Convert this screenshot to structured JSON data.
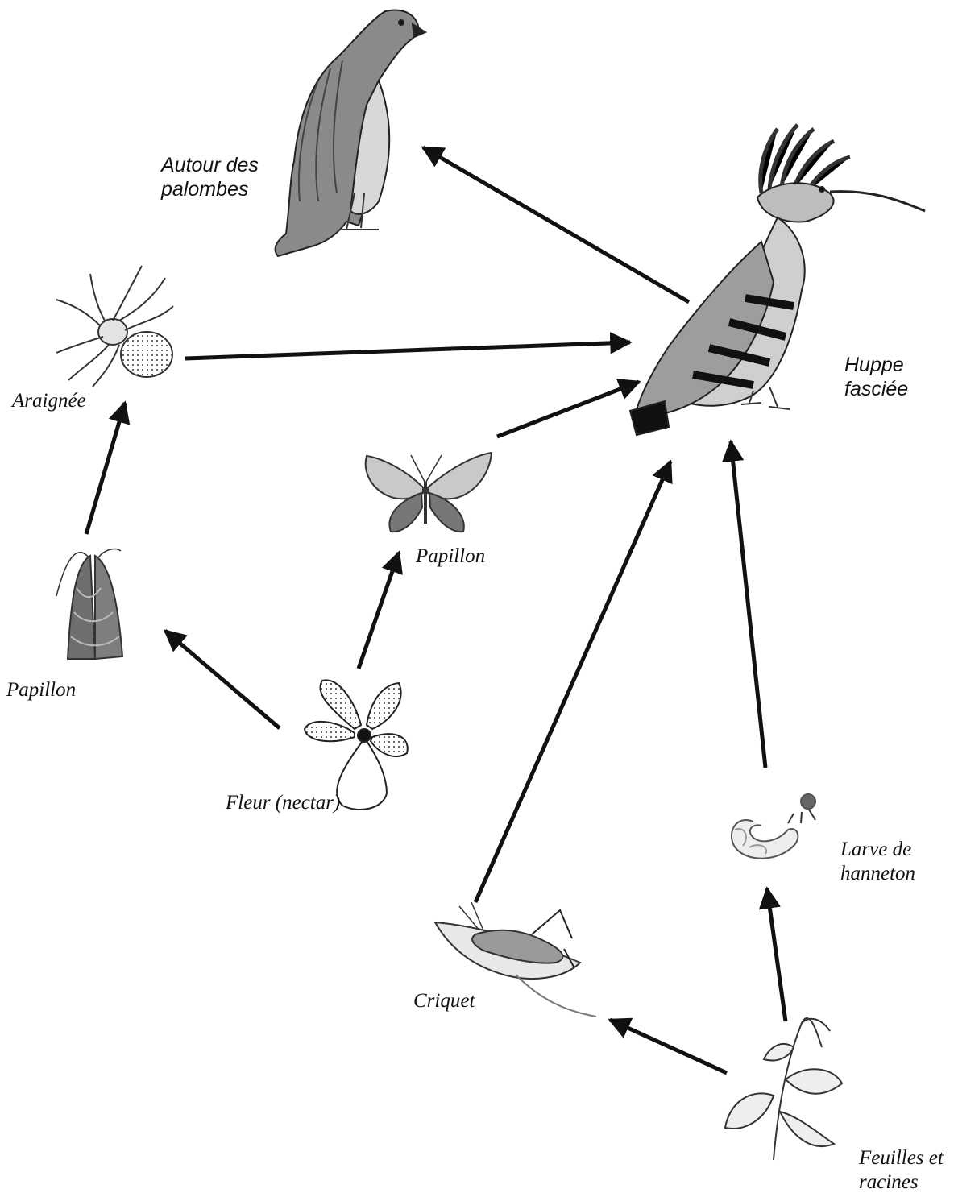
{
  "colors": {
    "ink": "#111111",
    "paper": "#ffffff",
    "shade": "#6e6e6e"
  },
  "labels": {
    "hawk": [
      "Autour des",
      "palombes"
    ],
    "hoopoe": [
      "Huppe",
      "fasciée"
    ],
    "spider": "Araignée",
    "butterfly": "Papillon",
    "moth": "Papillon",
    "flower": "Fleur (nectar)",
    "grub": [
      "Larve de",
      "hanneton"
    ],
    "cricket": "Criquet",
    "leaves": [
      "Feuilles et",
      "racines"
    ]
  },
  "links": [
    {
      "from": "hoopoe",
      "to": "hawk"
    },
    {
      "from": "spider",
      "to": "hoopoe"
    },
    {
      "from": "butterfly",
      "to": "hoopoe"
    },
    {
      "from": "cricket",
      "to": "hoopoe"
    },
    {
      "from": "grub",
      "to": "hoopoe"
    },
    {
      "from": "moth",
      "to": "spider"
    },
    {
      "from": "flower",
      "to": "moth"
    },
    {
      "from": "flower",
      "to": "butterfly"
    },
    {
      "from": "leaves",
      "to": "grub"
    },
    {
      "from": "leaves",
      "to": "cricket"
    }
  ]
}
